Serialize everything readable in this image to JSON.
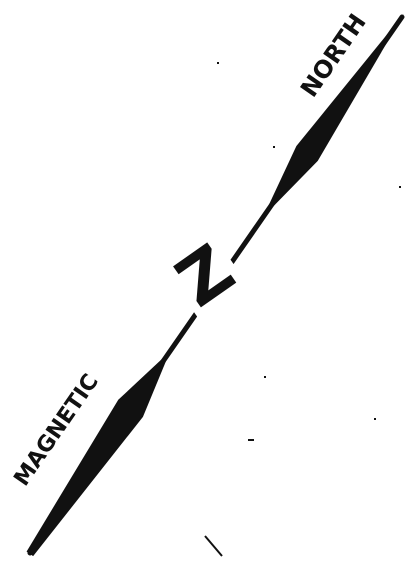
{
  "arrow": {
    "label_top": "NORTH",
    "label_bottom": "MAGNETIC",
    "center_letter": "Z",
    "ink_color": "#111111",
    "paper_color": "#ffffff"
  }
}
